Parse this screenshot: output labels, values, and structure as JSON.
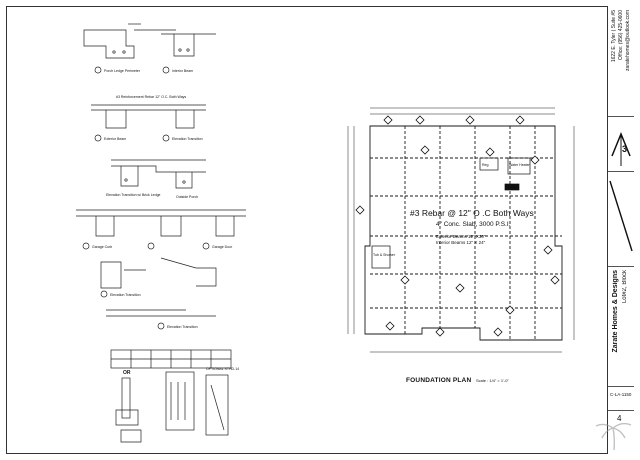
{
  "plan": {
    "title": "FOUNDATION PLAN",
    "scale": "Scale : 1/4\" = 1'-0\"",
    "note_rebar": "#3 Rebar @ 12\" O .C Both Ways",
    "note_slab": "4\" Conc. Slab, 3000 P.S.I.",
    "note_ext": "Exterior Beams 12\" X30\"",
    "note_int": "Interior Beams 12\" X 24\""
  },
  "titleblock": {
    "company": "Zarate Homes & Designs",
    "lot": "Lot#2, Block",
    "address": "1622 E. Tyler ( Suite #5",
    "phone": "Office: (956) 425-0600",
    "email": "zaratehomes@outlook.com",
    "sheet_id": "C-LA-1150",
    "sheet_no": "4",
    "block_mark": "3"
  },
  "details": {
    "d1": "Porch Ledge Perimeter",
    "d2": "Interior Beam",
    "d3": "#3 Reinforcement Rebar 12\" O.C. Both Ways",
    "d4": "Exterior Beam",
    "d5": "Elevation Transition",
    "d6": "Elevation Transition w/ Brick Ledge",
    "d7": "Outside Porch",
    "d8": "Garage Curb",
    "d9": "Garage Door",
    "d10": "Elevation Transition",
    "d11": "Elevation Transition",
    "opt": "OPTIONAL STHD-14",
    "or": "OR"
  },
  "rooms": {
    "r1": "Reg.",
    "r2": "Water Heater",
    "r3": "Tub & Shower"
  },
  "colors": {
    "ink": "#1a1a1a",
    "grid": "#333333",
    "accent": "#0a0a0a"
  }
}
